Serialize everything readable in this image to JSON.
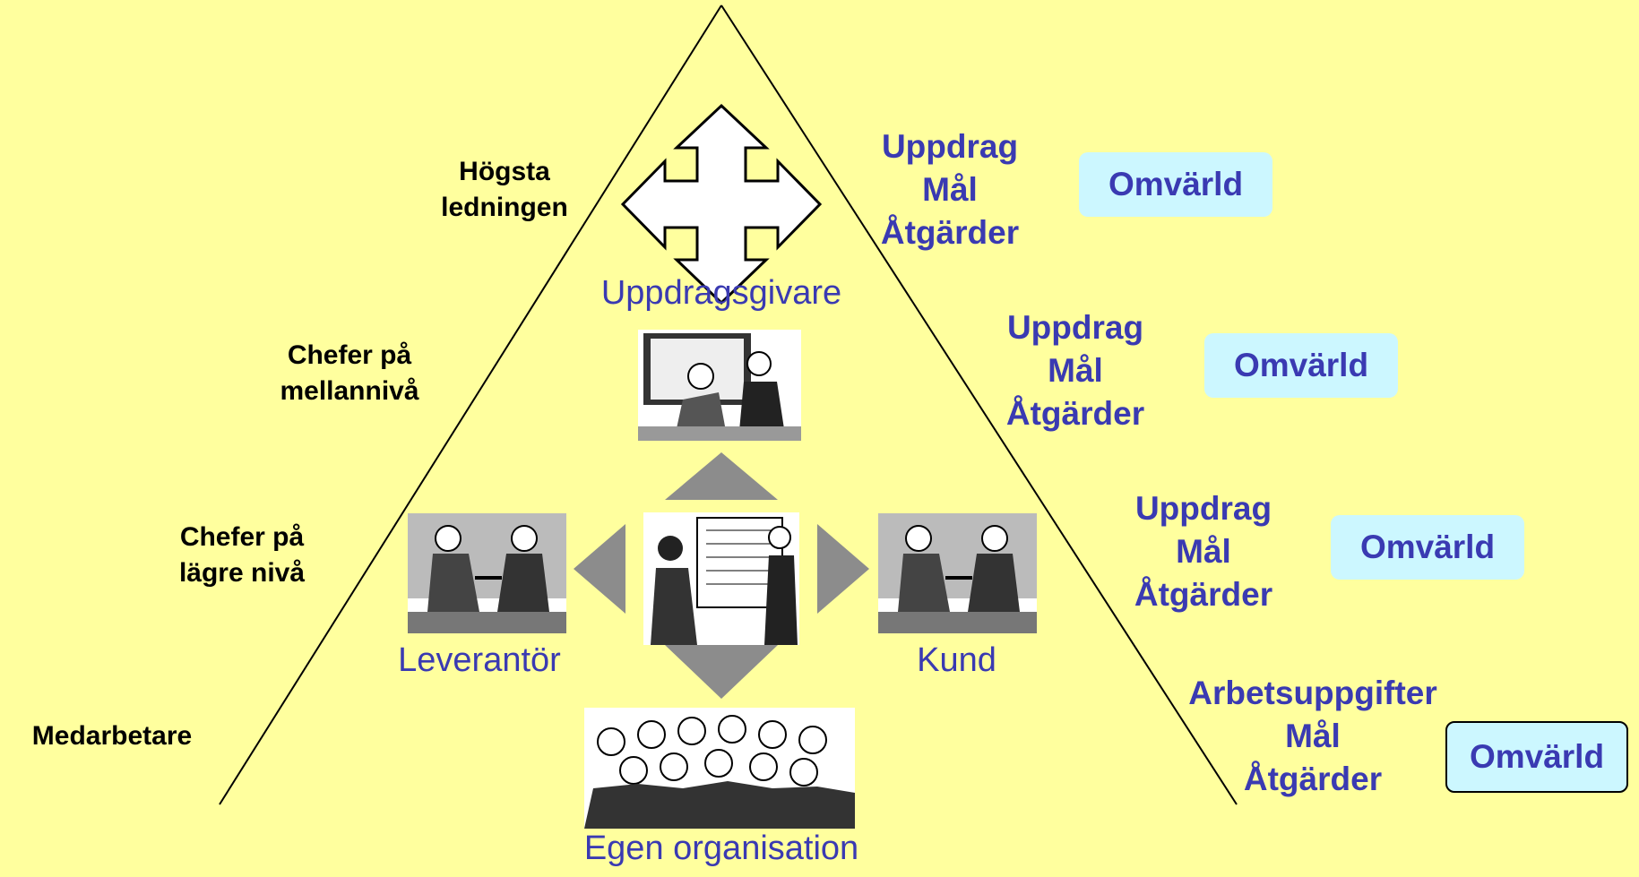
{
  "levels": {
    "top": [
      "Högsta",
      "ledningen"
    ],
    "middle": [
      "Chefer på",
      "mellannivå"
    ],
    "lower": [
      "Chefer på",
      "lägre nivå"
    ],
    "staff": "Medarbetare"
  },
  "nodes": {
    "client": "Uppdragsgivare",
    "supplier": "Leverantör",
    "customer": "Kund",
    "own_org": "Egen organisation"
  },
  "right_blocks": [
    {
      "lines": [
        "Uppdrag",
        "Mål",
        "Åtgärder"
      ],
      "omvarld": "Omvärld"
    },
    {
      "lines": [
        "Uppdrag",
        "Mål",
        "Åtgärder"
      ],
      "omvarld": "Omvärld"
    },
    {
      "lines": [
        "Uppdrag",
        "Mål",
        "Åtgärder"
      ],
      "omvarld": "Omvärld"
    },
    {
      "lines": [
        "Arbetsuppgifter",
        "Mål",
        "Åtgärder"
      ],
      "omvarld": "Omvärld"
    }
  ],
  "colors": {
    "background": "#ffff9e",
    "text_blue": "#3a3ab2",
    "box_fill": "#ccf7ff",
    "arrow_grey": "#8c8c8c"
  }
}
